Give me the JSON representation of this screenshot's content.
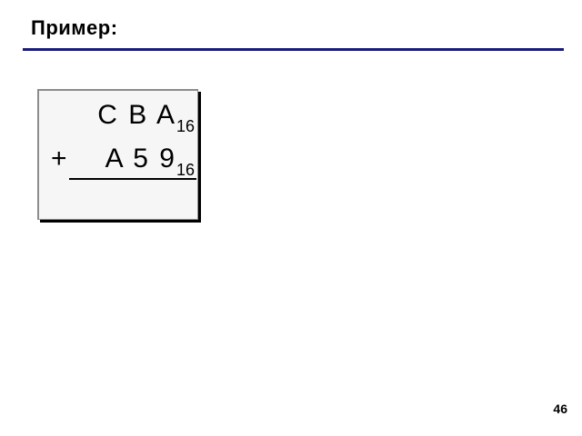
{
  "slide": {
    "title": "Пример:",
    "page_number": "46",
    "rule_color": "#1a1a7a"
  },
  "example": {
    "operator": "+",
    "operand_1": {
      "digits": "C B A",
      "base": "16"
    },
    "operand_2": {
      "digits": "A 5 9",
      "base": "16"
    }
  }
}
